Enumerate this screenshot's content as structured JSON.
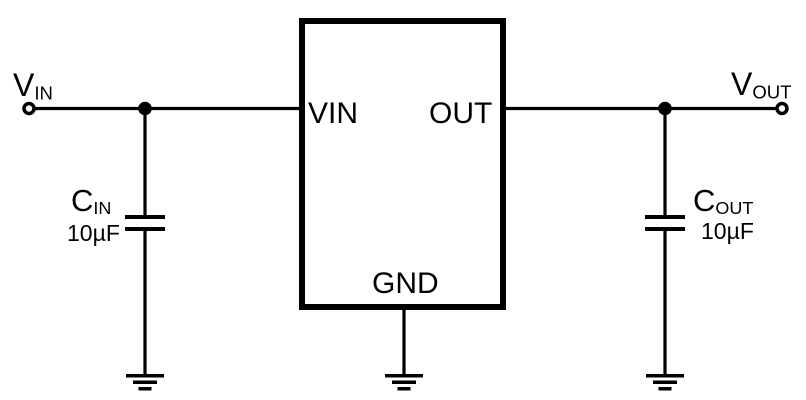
{
  "colors": {
    "line": "#000000",
    "background": "#ffffff"
  },
  "terminals": {
    "input": {
      "main": "V",
      "sub": "IN"
    },
    "output": {
      "main": "V",
      "sub": "OUT"
    }
  },
  "ic": {
    "pin_vin": "VIN",
    "pin_out": "OUT",
    "pin_gnd": "GND"
  },
  "capacitors": {
    "input": {
      "main": "C",
      "sub": "IN",
      "value": "10µF"
    },
    "output": {
      "main": "C",
      "sub": "OUT",
      "value": "10µF"
    }
  }
}
